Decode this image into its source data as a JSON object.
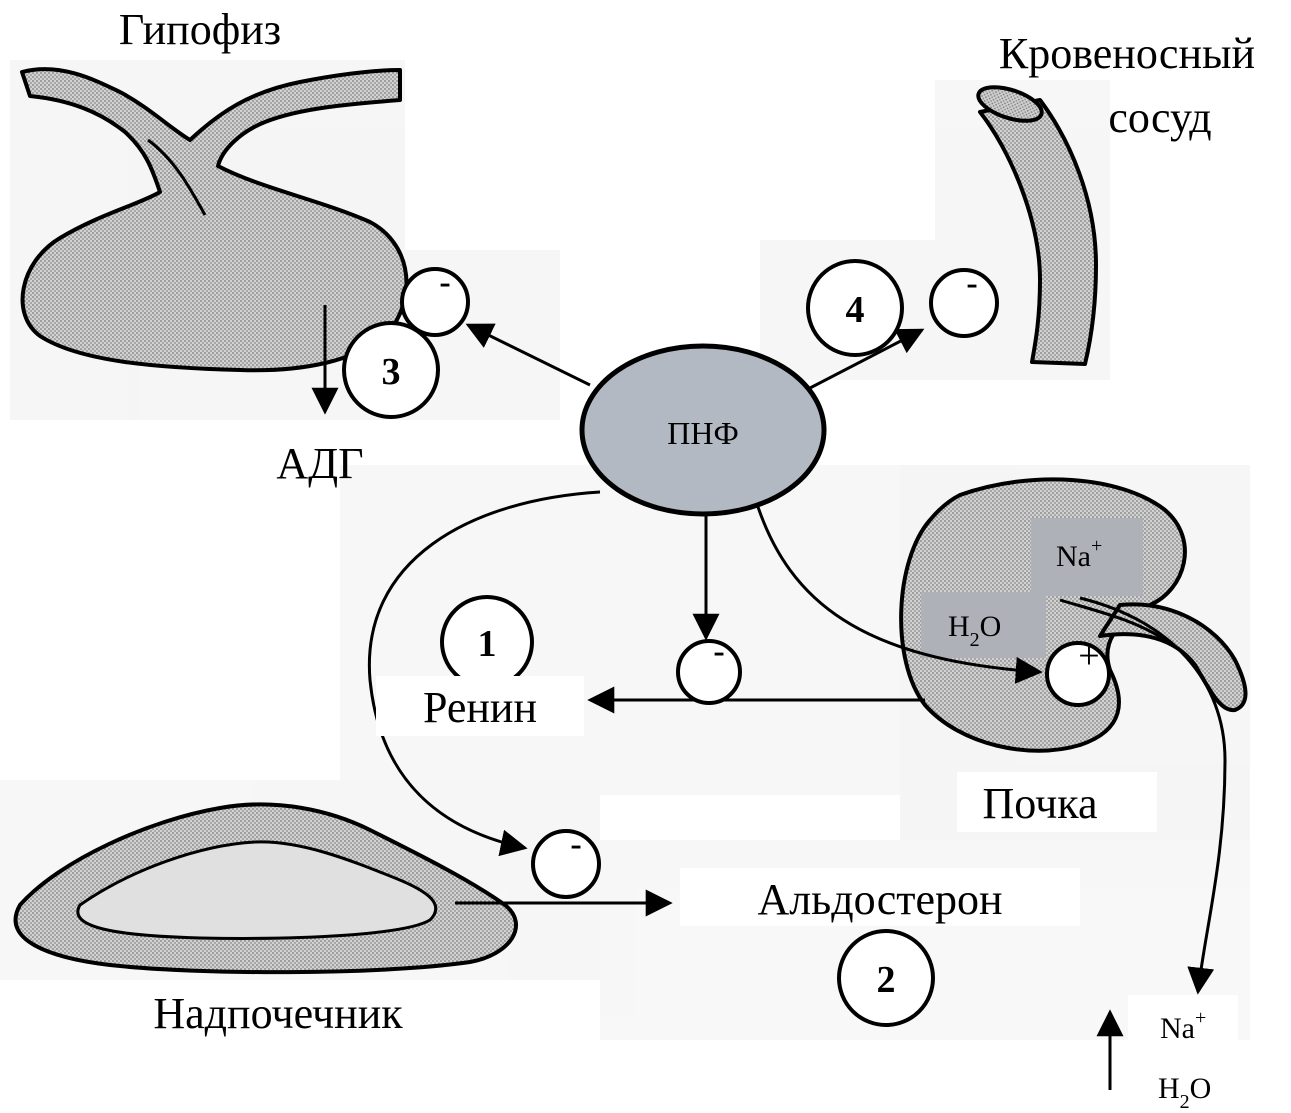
{
  "labels": {
    "hypophysis": "Гипофиз",
    "vessel_line1": "Кровеносный",
    "vessel_line2": "сосуд",
    "adh": "АДГ",
    "pnf": "ПНФ",
    "renin": "Ренин",
    "kidney": "Почка",
    "aldosterone": "Альдостерон",
    "adrenal": "Надпочечник"
  },
  "markers": {
    "n1": "1",
    "n2": "2",
    "n3": "3",
    "n4": "4",
    "minus": "-",
    "plus": "+"
  },
  "ions": {
    "na": "Na",
    "na_sup": "+",
    "h2o_h": "H",
    "h2o_2": "2",
    "h2o_o": "O"
  },
  "colors": {
    "organ_fill": "#c9c9c9",
    "pnf_fill": "#b3b9c2",
    "label_box": "#aeb2b8",
    "background_texture": "#ececec",
    "stroke": "#000000"
  }
}
